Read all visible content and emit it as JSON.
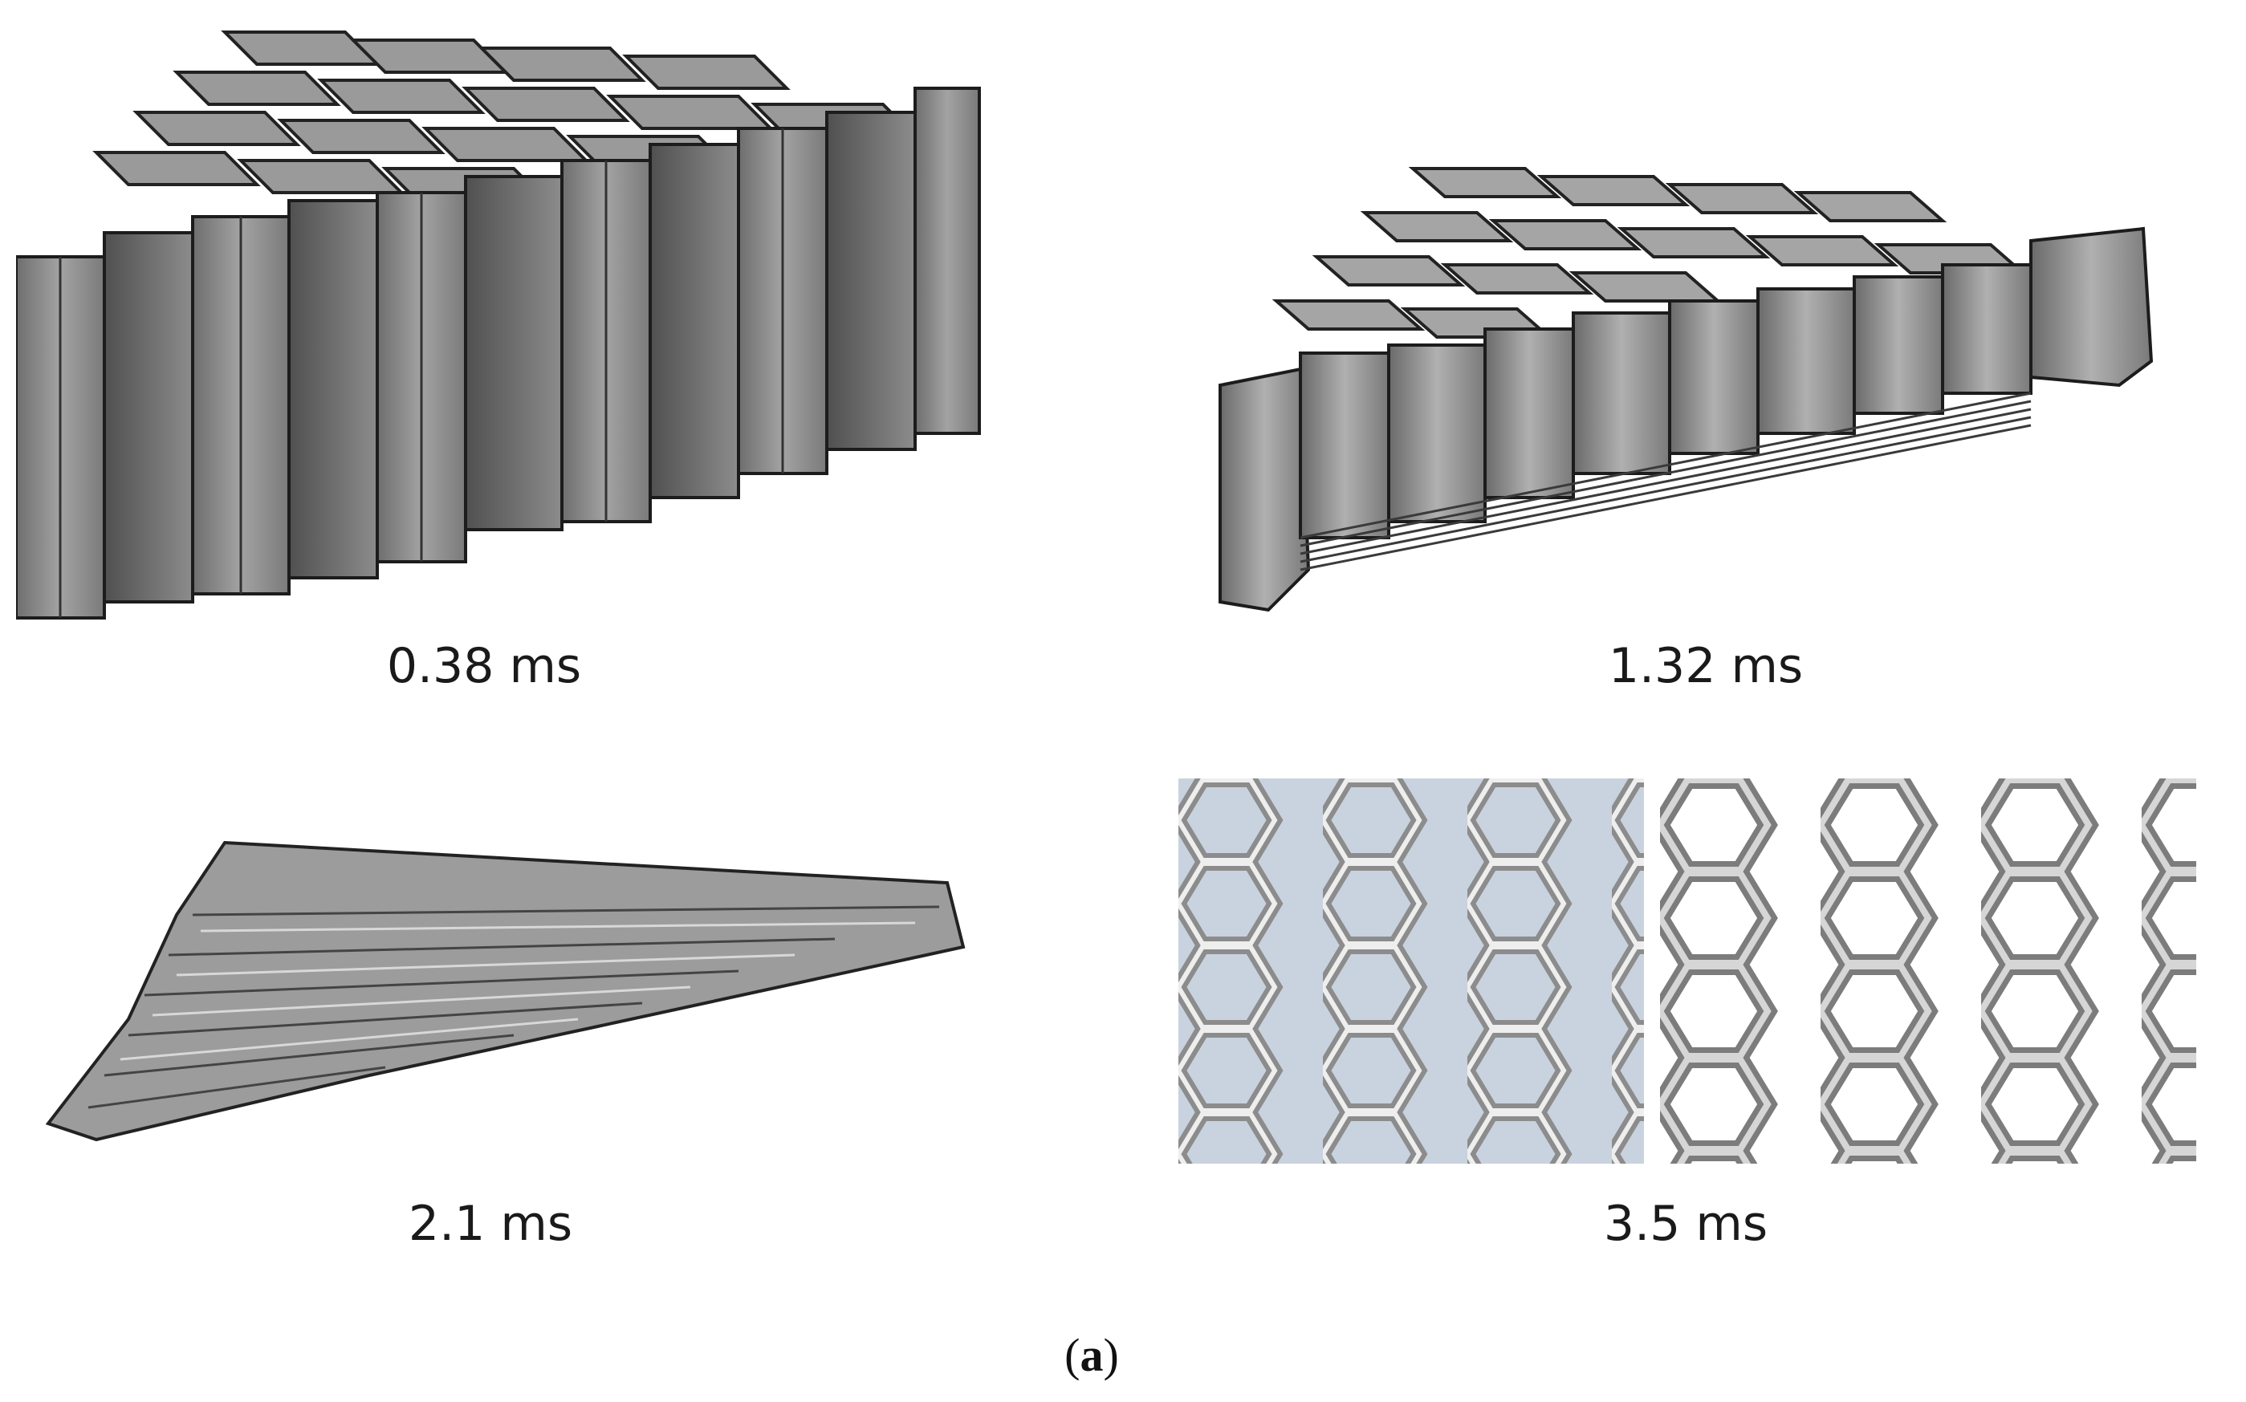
{
  "figure": {
    "panels": [
      {
        "time_label": "0.38 ms"
      },
      {
        "time_label": "1.32 ms"
      },
      {
        "time_label": "2.1 ms"
      },
      {
        "time_label": "3.5 ms"
      }
    ],
    "subfigure_open": "(",
    "subfigure_letter": "a",
    "subfigure_close": ")"
  },
  "colors": {
    "metal_dark": "#4a4a4a",
    "metal_mid": "#8a8a8a",
    "metal_light": "#d8d8d8",
    "photo_bg": "#c9d3df"
  }
}
